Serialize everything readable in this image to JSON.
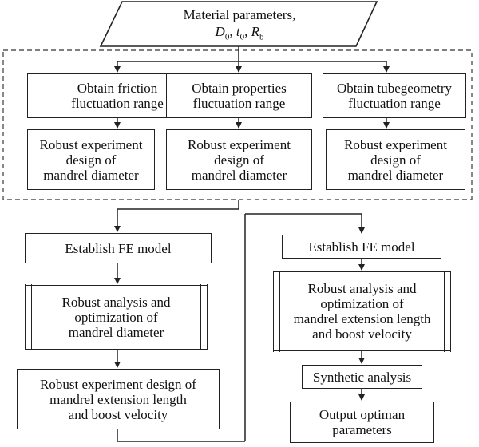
{
  "input": {
    "line1": "Material parameters,",
    "var1": "D",
    "sub1": "0",
    "var2": "t",
    "sub2": "0",
    "var3": "R",
    "sub3": "b"
  },
  "top_row": [
    {
      "line1": "Obtain friction",
      "line2": "fluctuation range"
    },
    {
      "line1": "Obtain properties",
      "line2": "fluctuation range"
    },
    {
      "line1": "Obtain tubegeometry",
      "line2": "fluctuation range"
    }
  ],
  "design_row": [
    {
      "line1": "Robust experiment",
      "line2": "design of",
      "line3": "mandrel diameter"
    },
    {
      "line1": "Robust experiment",
      "line2": "design of",
      "line3": "mandrel diameter"
    },
    {
      "line1": "Robust experiment",
      "line2": "design of",
      "line3": "mandrel diameter"
    }
  ],
  "left_column": {
    "fe_model": "Establish FE model",
    "analysis": {
      "line1": "Robust analysis and",
      "line2": "optimization of",
      "line3": "mandrel diameter"
    },
    "experiment": {
      "line1": "Robust experiment design of",
      "line2": "mandrel extension length",
      "line3": "and boost velocity"
    }
  },
  "right_column": {
    "fe_model": "Establish FE model",
    "analysis": {
      "line1": "Robust analysis and",
      "line2": "optimization of",
      "line3": "mandrel extension length",
      "line4": "and boost velocity"
    },
    "synthetic": "Synthetic analysis",
    "output": {
      "line1": "Output optiman",
      "line2": "parameters"
    }
  }
}
